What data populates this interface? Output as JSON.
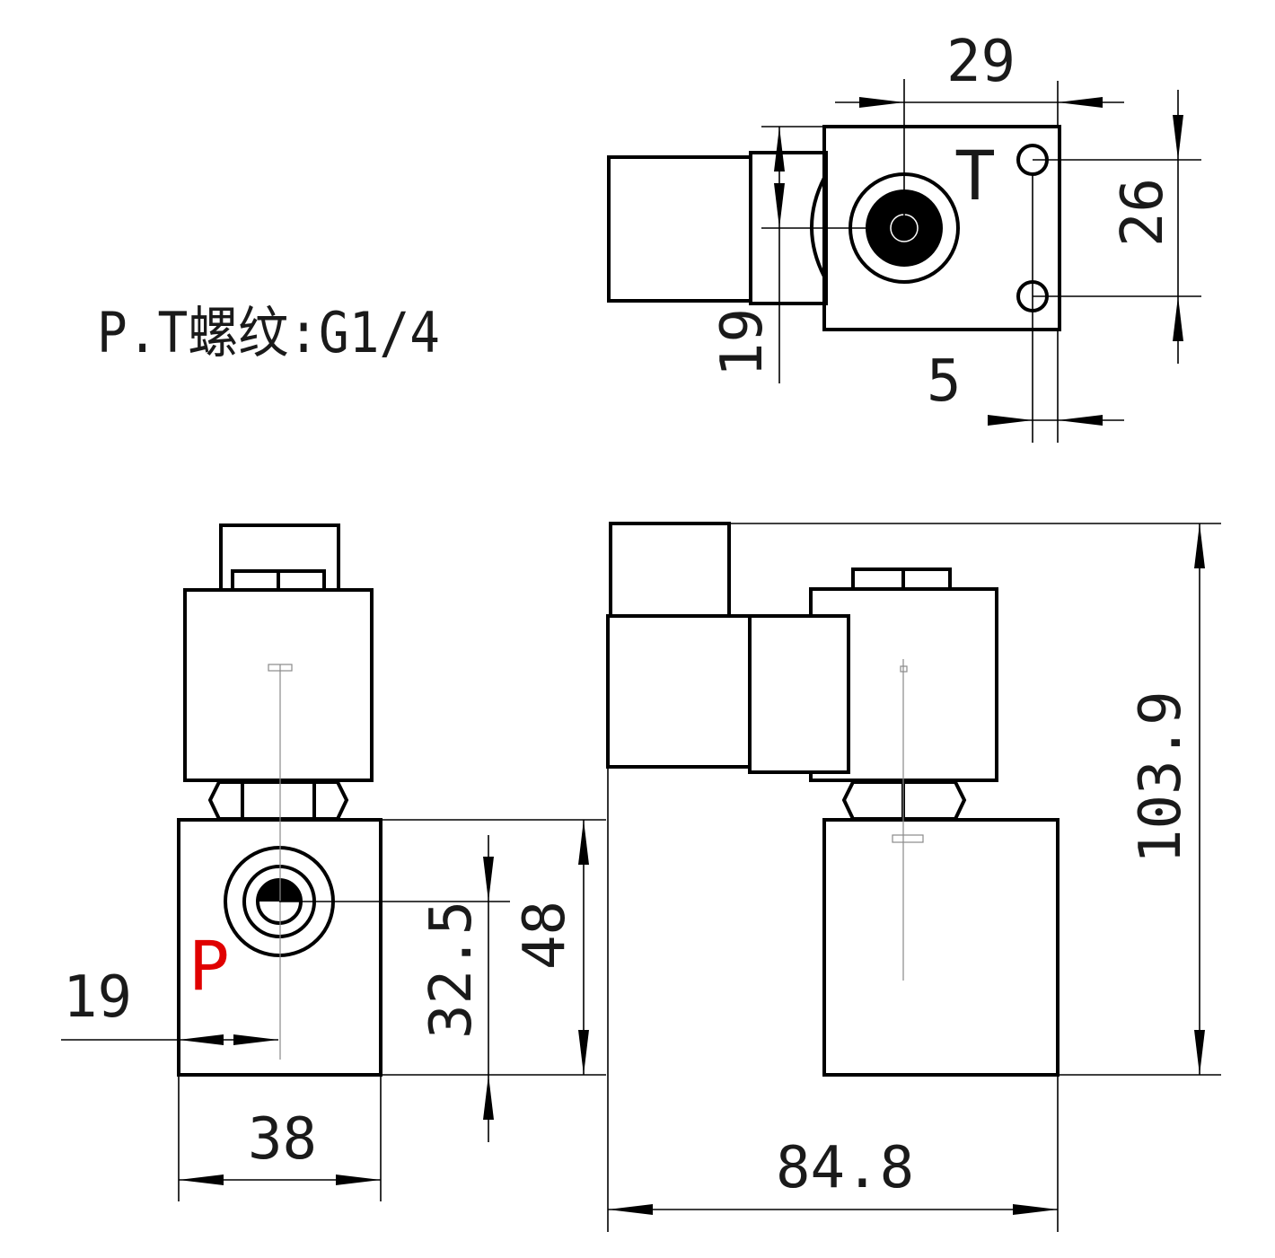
{
  "note": "P.T螺纹:G1/4",
  "port_labels": {
    "t": "T",
    "p": "P"
  },
  "dimensions": {
    "top_width": "29",
    "top_height": "26",
    "top_left_19": "19",
    "top_5": "5",
    "front_19": "19",
    "front_32_5": "32.5",
    "front_48": "48",
    "front_38": "38",
    "side_height": "103.9",
    "side_width": "84.8"
  },
  "colors": {
    "line": "#000000",
    "text": "#1a1a1a",
    "port_p": "#e00000",
    "center_line": "#8a8a8a"
  }
}
